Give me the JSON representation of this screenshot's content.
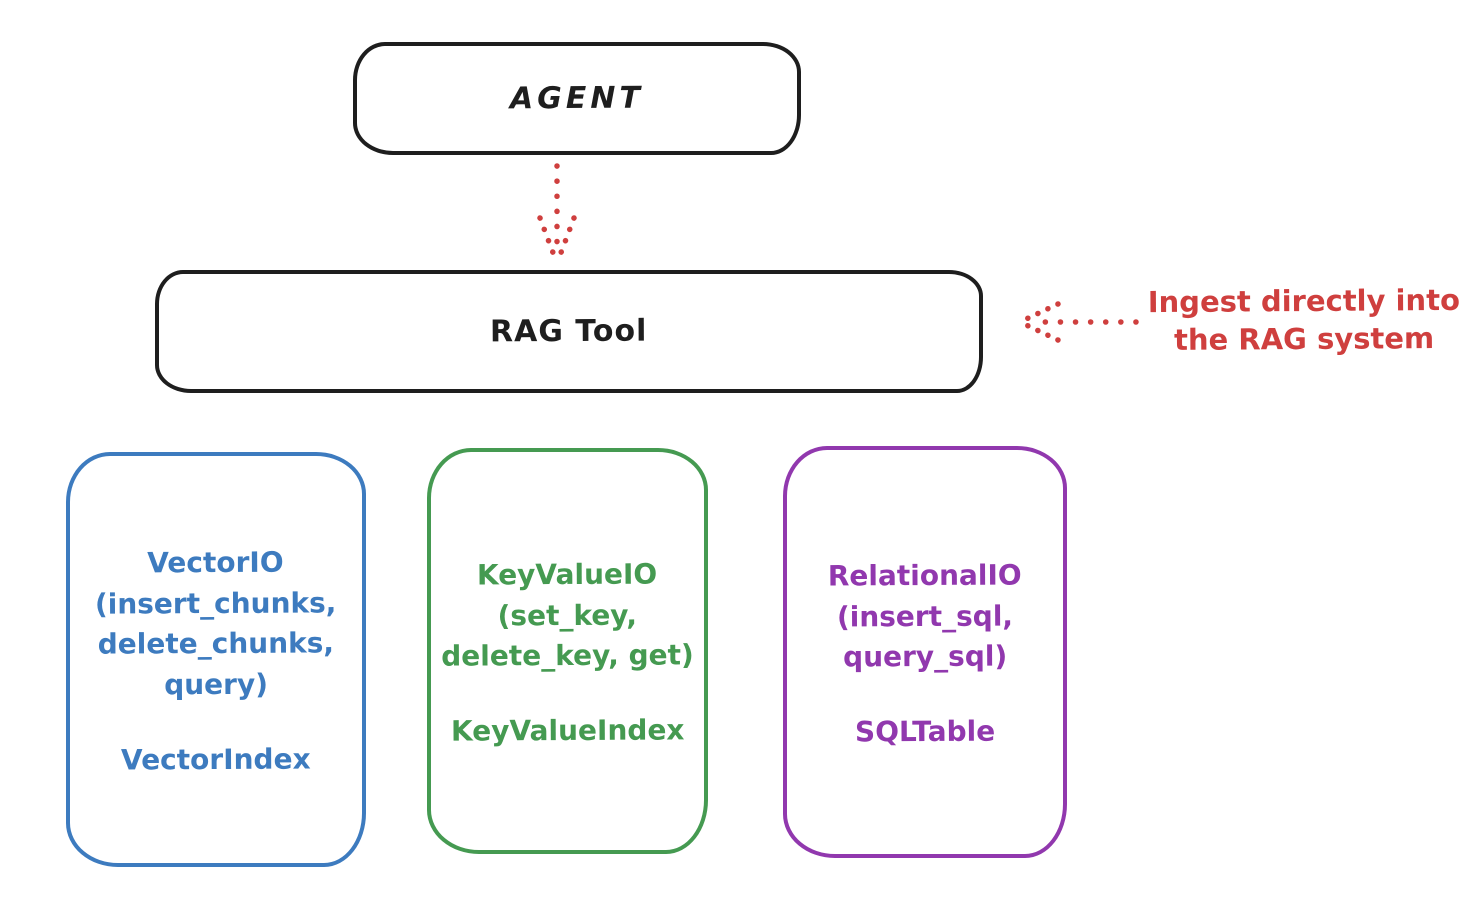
{
  "colors": {
    "ink": "#1e1e1e",
    "red": "#cf3f3e",
    "blue": "#3d7bbf",
    "green": "#459a51",
    "purple": "#9138ae",
    "bg": "#ffffff"
  },
  "agent_box": {
    "label": "AGENT"
  },
  "rag_tool_box": {
    "label": "RAG Tool"
  },
  "annotation": {
    "text": "Ingest directly into\nthe RAG system"
  },
  "arrows": [
    {
      "name": "agent-to-rag-arrow",
      "style": "dotted",
      "color": "red",
      "direction": "down"
    },
    {
      "name": "annotation-to-rag-arrow",
      "style": "dotted",
      "color": "red",
      "direction": "left"
    }
  ],
  "io_boxes": [
    {
      "name": "vector-io",
      "color": "#3d7bbf",
      "title_block": "VectorIO\n(insert_chunks,\ndelete_chunks,\nquery)",
      "index_label": "VectorIndex"
    },
    {
      "name": "keyvalue-io",
      "color": "#459a51",
      "title_block": "KeyValueIO\n(set_key,\ndelete_key, get)",
      "index_label": "KeyValueIndex"
    },
    {
      "name": "relational-io",
      "color": "#9138ae",
      "title_block": "RelationalIO\n(insert_sql,\nquery_sql)",
      "index_label": "SQLTable"
    }
  ]
}
